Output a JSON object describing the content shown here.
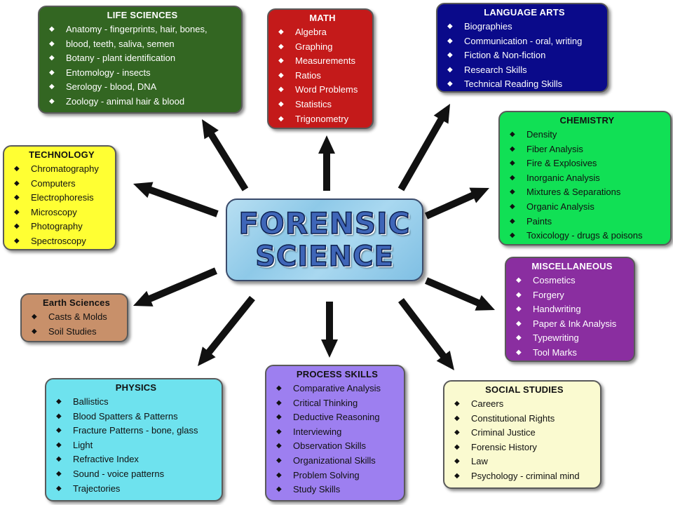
{
  "hub": {
    "line1": "FORENSIC",
    "line2": "SCIENCE"
  },
  "bullet_char": "◆",
  "boxes": [
    {
      "id": "life",
      "title": "LIFE SCIENCES",
      "color": "#336622",
      "items": [
        "Anatomy - fingerprints, hair, bones,",
        "blood, teeth, saliva, semen",
        "Botany - plant identification",
        "Entomology - insects",
        "Serology - blood, DNA",
        "Zoology - animal hair & blood"
      ]
    },
    {
      "id": "math",
      "title": "MATH",
      "color": "#c41a1a",
      "items": [
        "Algebra",
        "Graphing",
        "Measurements",
        "Ratios",
        "Word Problems",
        "Statistics",
        "Trigonometry"
      ]
    },
    {
      "id": "language",
      "title": "LANGUAGE ARTS",
      "color": "#0a0a8a",
      "items": [
        "Biographies",
        "Communication - oral, writing",
        "Fiction & Non-fiction",
        "Research Skills",
        "Technical Reading Skills"
      ]
    },
    {
      "id": "technology",
      "title": "TECHNOLOGY",
      "color": "#ffff33",
      "items": [
        "Chromatography",
        "Computers",
        "Electrophoresis",
        "Microscopy",
        "Photography",
        "Spectroscopy"
      ]
    },
    {
      "id": "chemistry",
      "title": "CHEMISTRY",
      "color": "#11e055",
      "items": [
        "Density",
        "Fiber Analysis",
        "Fire & Explosives",
        "Inorganic Analysis",
        "Mixtures & Separations",
        "Organic Analysis",
        "Paints",
        "Toxicology - drugs & poisons"
      ]
    },
    {
      "id": "misc",
      "title": "MISCELLANEOUS",
      "color": "#8a2ea0",
      "items": [
        "Cosmetics",
        "Forgery",
        "Handwriting",
        "Paper & Ink Analysis",
        "Typewriting",
        "Tool Marks"
      ]
    },
    {
      "id": "earth",
      "title": "Earth Sciences",
      "color": "#c8906a",
      "items": [
        "Casts & Molds",
        "Soil Studies"
      ]
    },
    {
      "id": "physics",
      "title": "PHYSICS",
      "color": "#6ee2ee",
      "items": [
        "Ballistics",
        "Blood Spatters & Patterns",
        "Fracture Patterns - bone, glass",
        "Light",
        "Refractive Index",
        "Sound - voice patterns",
        "Trajectories"
      ]
    },
    {
      "id": "process",
      "title": "PROCESS SKILLS",
      "color": "#9d7ff0",
      "items": [
        "Comparative Analysis",
        "Critical Thinking",
        "Deductive Reasoning",
        "Interviewing",
        "Observation Skills",
        "Organizational Skills",
        "Problem Solving",
        "Study Skills"
      ]
    },
    {
      "id": "social",
      "title": "SOCIAL STUDIES",
      "color": "#fafad0",
      "items": [
        "Careers",
        "Constitutional Rights",
        "Criminal Justice",
        "Forensic History",
        "Law",
        "Psychology - criminal mind"
      ]
    }
  ]
}
